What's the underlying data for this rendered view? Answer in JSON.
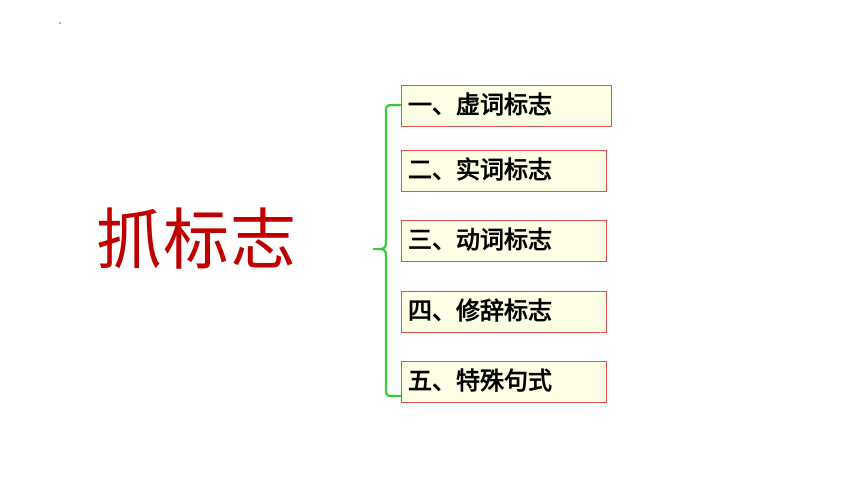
{
  "title": "抓标志",
  "items": [
    "一、虚词标志",
    "二、实词标志",
    "三、动词标志",
    "四、修辞标志",
    "五、特殊句式"
  ],
  "colors": {
    "title": "#c00000",
    "bracket": "#33cc33",
    "box_border": "#d9534f",
    "box_fill": "#ffffe6",
    "item_text": "#000000"
  }
}
